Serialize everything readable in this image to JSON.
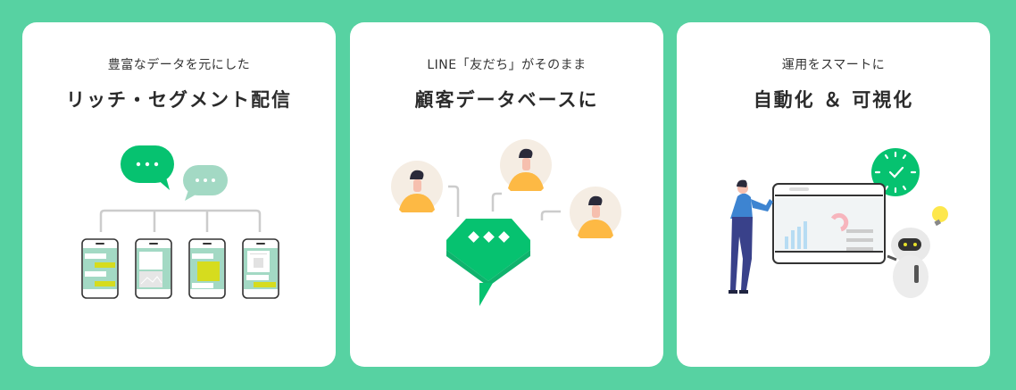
{
  "cards": [
    {
      "subtitle": "豊富なデータを元にした",
      "title": "リッチ・セグメント配信",
      "illustration": "chat-bubbles-to-four-phones"
    },
    {
      "subtitle": "LINE「友だち」がそのまま",
      "title": "顧客データベースに",
      "illustration": "chat-icon-connected-to-three-users"
    },
    {
      "subtitle": "運用をスマートに",
      "title": "自動化 ＆ 可視化",
      "illustration": "person-and-robot-with-dashboard-clock"
    }
  ],
  "colors": {
    "background": "#57d2a2",
    "card": "#ffffff",
    "brand_green": "#06c270",
    "light_green": "#a3d9c4",
    "yellow_green": "#d6dc1e",
    "person_yellow": "#fdb944",
    "chart_blue": "#b7dcf3",
    "chart_pink": "#f7b5bd"
  }
}
